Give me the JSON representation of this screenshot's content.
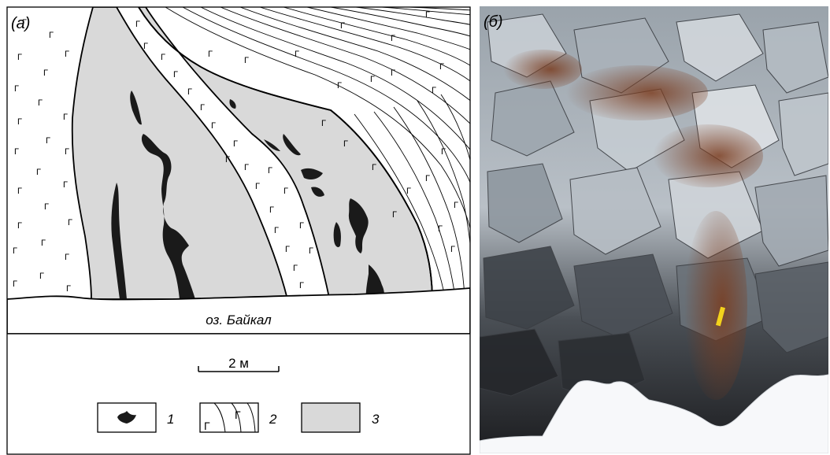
{
  "panel_a": {
    "label": "(а)",
    "lake_label": "оз. Байкал",
    "scale_label": "2 м",
    "symbol_glyph": "Г",
    "legend": [
      {
        "number": "1",
        "fill": "#1a1a1a"
      },
      {
        "number": "2",
        "fill": "#ffffff"
      },
      {
        "number": "3",
        "fill": "#d9d9d9"
      }
    ]
  },
  "panel_b": {
    "label": "(б)"
  },
  "colors": {
    "gray_unit": "#d9d9d9",
    "black_body": "#1a1a1a",
    "line": "#000000"
  }
}
